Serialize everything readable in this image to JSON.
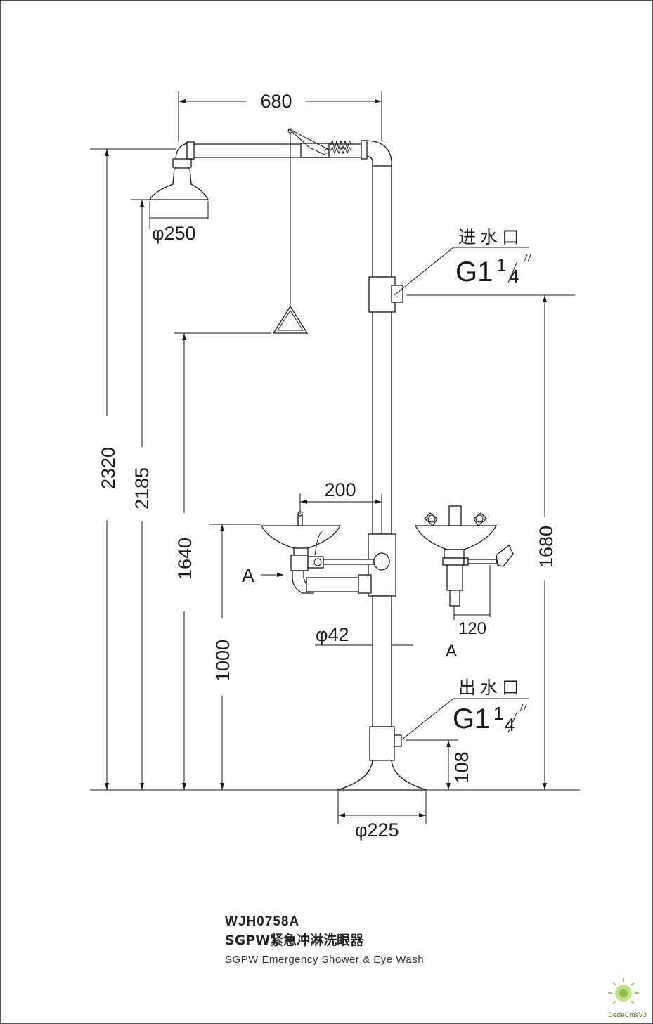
{
  "dimensions": {
    "top_width": "680",
    "head_diameter": "φ250",
    "total_height": "2320",
    "head_height": "2185",
    "pull_height": "1640",
    "bowl_height": "1000",
    "bowl_offset": "200",
    "pipe_diameter": "φ42",
    "inlet_height": "1680",
    "outlet_height": "108",
    "base_diameter": "φ225",
    "side_offset": "120"
  },
  "labels": {
    "inlet_label": "进水口",
    "inlet_thread_main": "G1",
    "inlet_thread_num": "1",
    "inlet_thread_den": "4",
    "outlet_label": "出水口",
    "outlet_thread_main": "G1",
    "outlet_thread_num": "1",
    "outlet_thread_den": "4",
    "view_marker": "A",
    "section_label": "A"
  },
  "caption": {
    "model": "WJH0758A",
    "title_cn": "SGPW紧急冲淋洗眼器",
    "title_en": "SGPW Emergency Shower & Eye Wash"
  },
  "watermark": "DedeCmsV3"
}
